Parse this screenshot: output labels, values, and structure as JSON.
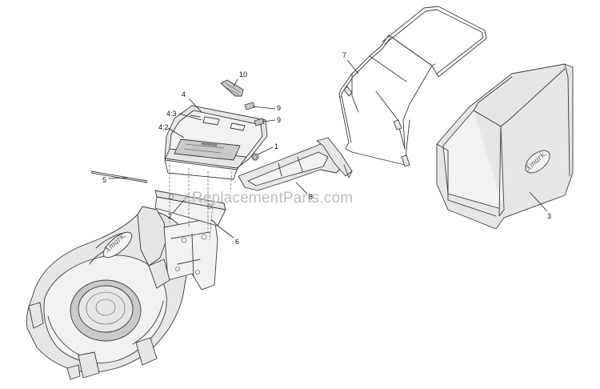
{
  "watermark": "eReplacementParts.com",
  "brand_text": "Xmark.",
  "callouts": [
    {
      "id": "10",
      "text": "10"
    },
    {
      "id": "4",
      "text": "4"
    },
    {
      "id": "9a",
      "text": "9"
    },
    {
      "id": "9b",
      "text": "9"
    },
    {
      "id": "4_3",
      "text": "4:3"
    },
    {
      "id": "4_2",
      "text": "4:2"
    },
    {
      "id": "1",
      "text": "1"
    },
    {
      "id": "5",
      "text": "5"
    },
    {
      "id": "8",
      "text": "8"
    },
    {
      "id": "2",
      "text": "2"
    },
    {
      "id": "6",
      "text": "6"
    },
    {
      "id": "7",
      "text": "7"
    },
    {
      "id": "3",
      "text": "3"
    }
  ]
}
